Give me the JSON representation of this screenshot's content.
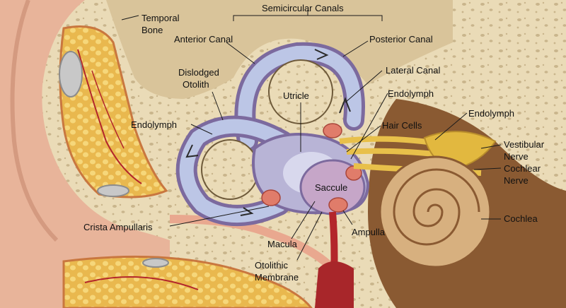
{
  "labels": {
    "temporal_bone": [
      "Temporal",
      "Bone"
    ],
    "semicircular_canals": "Semicircular Canals",
    "anterior_canal": "Anterior Canal",
    "posterior_canal": "Posterior Canal",
    "lateral_canal": "Lateral Canal",
    "dislodged_otolith": [
      "Dislodged",
      "Otolith"
    ],
    "utricle": "Utricle",
    "endolymph_left": "Endolymph",
    "endolymph_mid": "Endolymph",
    "endolymph_right": "Endolymph",
    "hair_cells": "Hair Cells",
    "vestibular_nerve": [
      "Vestibular",
      "Nerve"
    ],
    "cochlear_nerve": [
      "Cochlear",
      "Nerve"
    ],
    "saccule": "Saccule",
    "cochlea": "Cochlea",
    "crista_ampullaris": "Crista Ampullaris",
    "ampulla": "Ampulla",
    "macula": "Macula",
    "otolithic_membrane": [
      "Otolithic",
      "Membrane"
    ]
  },
  "colors": {
    "skin": "#e8b49a",
    "bone": "#eadbb7",
    "bone_pore": "#c9b58c",
    "canal_outer": "#7c6a9e",
    "canal_fluid": "#bcc6e6",
    "vessel": "#b3262b",
    "nerve": "#e8c04a",
    "cochlea": "#d7b07f",
    "fat": "#f1c960"
  }
}
